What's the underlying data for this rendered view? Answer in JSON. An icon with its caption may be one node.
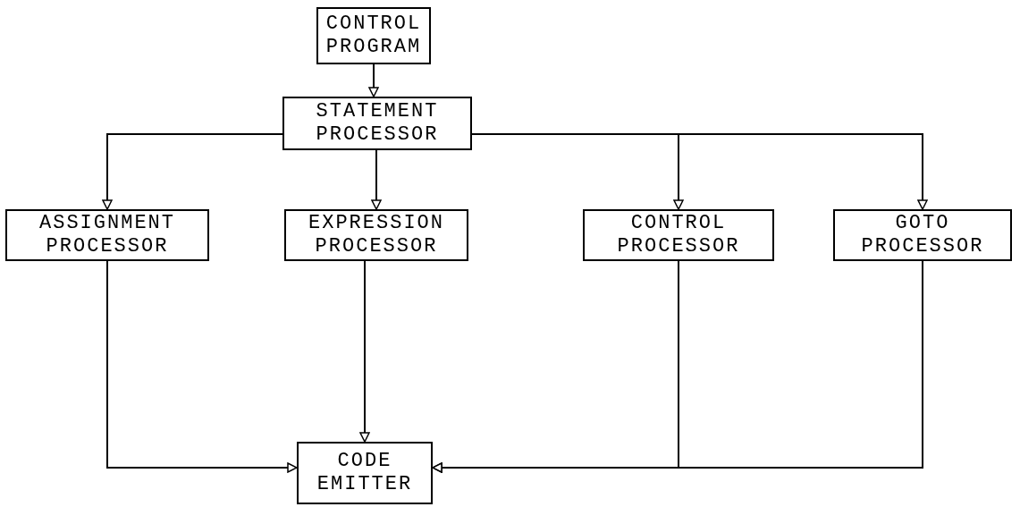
{
  "diagram": {
    "nodes": [
      {
        "text": [
          "CONTROL PROGRAM"
        ]
      },
      {
        "text": [
          "STATEMENT PROCESSOR"
        ]
      },
      {
        "text": [
          "ASSIGNMENT PROCESSOR"
        ]
      },
      {
        "text": [
          "EXPRESSION PROCESSOR"
        ]
      },
      {
        "text": [
          "CONTROL PROCESSOR"
        ]
      },
      {
        "text": [
          "GOTO PROCESSOR"
        ]
      },
      {
        "text": [
          "CODE EMITTER"
        ]
      }
    ],
    "edges": [
      {
        "from": 0,
        "to": 1,
        "arrow": "to"
      },
      {
        "from": 1,
        "to": 2,
        "arrow": "to"
      },
      {
        "from": 1,
        "to": 3,
        "arrow": "to"
      },
      {
        "from": 1,
        "to": 4,
        "arrow": "to"
      },
      {
        "from": 1,
        "to": 5,
        "arrow": "to"
      },
      {
        "from": 2,
        "to": 6,
        "arrow": "to"
      },
      {
        "from": 3,
        "to": 6,
        "arrow": "to"
      },
      {
        "from": 4,
        "to": 6,
        "arrow": "to"
      },
      {
        "from": 5,
        "to": 6,
        "arrow": "to"
      }
    ]
  }
}
